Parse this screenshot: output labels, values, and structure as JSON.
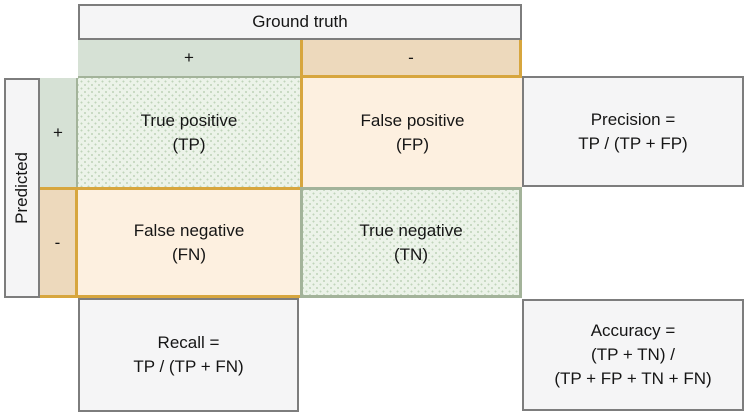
{
  "axes": {
    "ground_truth_label": "Ground truth",
    "predicted_label": "Predicted",
    "col_headers": [
      "+",
      "-"
    ],
    "row_headers": [
      "+",
      "-"
    ]
  },
  "cells": {
    "tp": {
      "name": "True positive",
      "abbr": "(TP)"
    },
    "fp": {
      "name": "False positive",
      "abbr": "(FP)"
    },
    "fn": {
      "name": "False negative",
      "abbr": "(FN)"
    },
    "tn": {
      "name": "True negative",
      "abbr": "(TN)"
    }
  },
  "metrics": {
    "precision": {
      "lines": [
        "Precision =",
        "TP / (TP + FP)"
      ]
    },
    "recall": {
      "lines": [
        "Recall =",
        "TP / (TP + FN)"
      ]
    },
    "accuracy": {
      "lines": [
        "Accuracy =",
        "(TP + TN) /",
        "(TP + FP + TN + FN)"
      ]
    }
  },
  "colors": {
    "canvas_bg": "#ffffff",
    "box_bg": "#f5f5f6",
    "box_border": "#7d7d7d",
    "green_header_bg": "#d6e1d5",
    "green_border": "#a3b39a",
    "green_cell_bg": "#ecf3e9",
    "green_cell_dot": "#c0d4ba",
    "tan_header_bg": "#edd9bc",
    "gold_border": "#d7a63e",
    "cream_cell_bg": "#fdf0e0",
    "text": "#151515"
  }
}
